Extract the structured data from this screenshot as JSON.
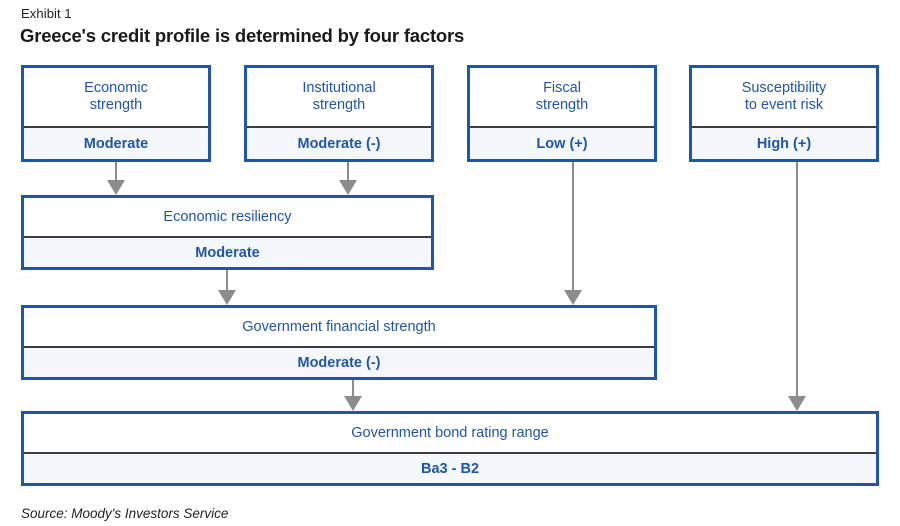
{
  "header": {
    "exhibit_label": "Exhibit 1",
    "title": "Greece's credit profile is determined by four factors"
  },
  "colors": {
    "box_border": "#1f55ac",
    "text_blue": "#1f55ac",
    "value_fill": "#f4f8fc",
    "title_fill": "#ffffff",
    "divider": "#3c3c3c",
    "arrow": "#8c8c8c",
    "page_text": "#231f20"
  },
  "factors": [
    {
      "title": "Economic\nstrength",
      "title_line1": "Economic",
      "title_line2": "strength",
      "value": "Moderate"
    },
    {
      "title": "Institutional\nstrength",
      "title_line1": "Institutional",
      "title_line2": "strength",
      "value": "Moderate (-)"
    },
    {
      "title": "Fiscal\nstrength",
      "title_line1": "Fiscal",
      "title_line2": "strength",
      "value": "Low (+)"
    },
    {
      "title": "Susceptibility\nto event risk",
      "title_line1": "Susceptibility",
      "title_line2": "to event risk",
      "value": "High (+)"
    }
  ],
  "aggregates": [
    {
      "title": "Economic resiliency",
      "value": "Moderate"
    },
    {
      "title": "Government financial strength",
      "value": "Moderate (-)"
    },
    {
      "title": "Government bond rating range",
      "value": "Ba3 - B2"
    }
  ],
  "arrows": [
    {
      "name": "economic-strength-to-resiliency",
      "from": "Economic strength",
      "to": "Economic resiliency"
    },
    {
      "name": "institutional-strength-to-resiliency",
      "from": "Institutional strength",
      "to": "Economic resiliency"
    },
    {
      "name": "fiscal-strength-to-gov-financial-strength",
      "from": "Fiscal strength",
      "to": "Government financial strength"
    },
    {
      "name": "resiliency-to-gov-financial-strength",
      "from": "Economic resiliency",
      "to": "Government financial strength"
    },
    {
      "name": "susceptibility-to-bond-rating",
      "from": "Susceptibility to event risk",
      "to": "Government bond rating range"
    },
    {
      "name": "gov-financial-strength-to-bond-rating",
      "from": "Government financial strength",
      "to": "Government bond rating range"
    }
  ],
  "footer": {
    "source": "Source: Moody's Investors Service"
  }
}
